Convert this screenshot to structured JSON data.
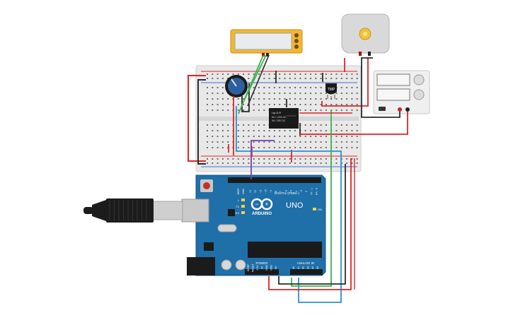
{
  "components": {
    "lcd": {
      "name": "lcd-display"
    },
    "motor": {
      "name": "dc-motor"
    },
    "power_supply": {
      "name": "power-supply"
    },
    "breadboard": {
      "name": "breadboard"
    },
    "potentiometer": {
      "name": "potentiometer"
    },
    "relay": {
      "name": "relay",
      "lines": [
        "Lip-5-R",
        "5A / 125V AC",
        "5A / 28V DC"
      ]
    },
    "tmp_sensor": {
      "label": "TMP"
    },
    "arduino": {
      "logo": "ARDUINO",
      "model": "UNO",
      "digital_label": "DIGITAL (PWM~)",
      "power_label": "POWER",
      "analog_label": "ANALOG IN",
      "on_label": "ON",
      "aref": "AREF",
      "gnd": "GND",
      "digital_pins": [
        "13",
        "12",
        "~11",
        "~10",
        "~9",
        "8",
        "7",
        "~6",
        "~5",
        "4",
        "~3",
        "2",
        "TX→1",
        "RX←0"
      ],
      "power_pins": [
        "IOREF",
        "RESET",
        "3.3V",
        "5V",
        "GND",
        "GND",
        "Vin"
      ],
      "analog_pins": [
        "A0",
        "A1",
        "A2",
        "A3",
        "A4",
        "A5"
      ],
      "led_labels": [
        "L",
        "TX",
        "RX"
      ]
    },
    "usb_cable": {
      "name": "usb-cable"
    }
  },
  "colors": {
    "wire_red": "#e02424",
    "wire_black": "#2b2b2b",
    "wire_green": "#3fb34f",
    "wire_blue": "#2a8fd6",
    "wire_purple": "#7b3fa8",
    "board_blue": "#1f6fa8",
    "lcd_yellow": "#f2b632"
  }
}
